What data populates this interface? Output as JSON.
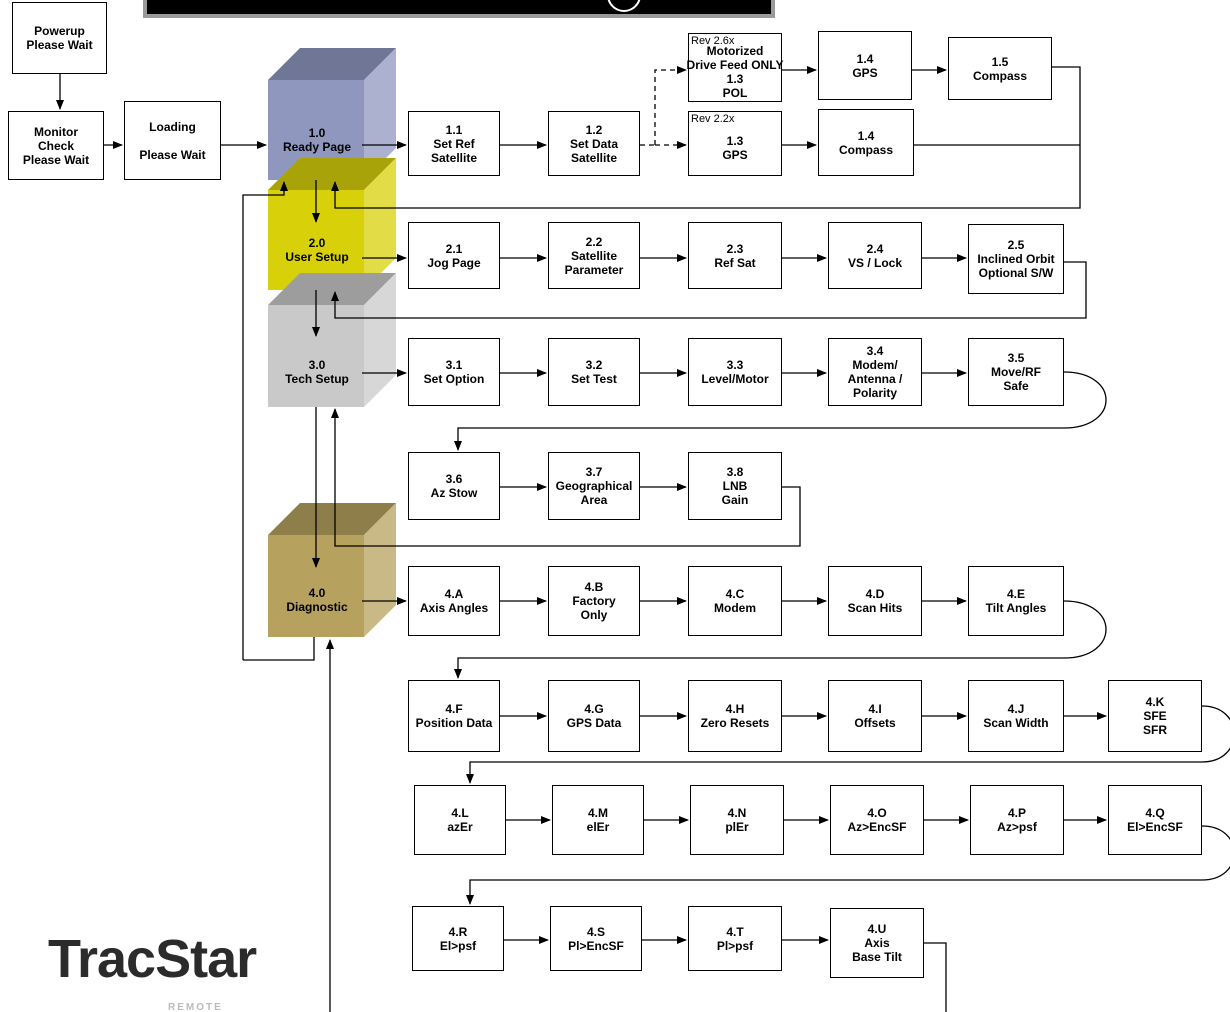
{
  "logo": "TracStar",
  "logo_subtext": "REMOTE",
  "colors": {
    "cube_ready": "#8f97bf",
    "cube_user": "#d8d10a",
    "cube_tech": "#c9c9c9",
    "cube_diag": "#b6a25e"
  },
  "cubes": [
    {
      "id": "1.0",
      "lines": [
        "1.0",
        "Ready Page"
      ]
    },
    {
      "id": "2.0",
      "lines": [
        "2.0",
        "User Setup"
      ]
    },
    {
      "id": "3.0",
      "lines": [
        "3.0",
        "Tech Setup"
      ]
    },
    {
      "id": "4.0",
      "lines": [
        "4.0",
        "Diagnostic"
      ]
    }
  ],
  "boxes": [
    {
      "id": "powerup",
      "lines": [
        "Powerup",
        "Please Wait"
      ]
    },
    {
      "id": "monitor",
      "lines": [
        "Monitor",
        "Check",
        "Please Wait"
      ]
    },
    {
      "id": "loading",
      "lines": [
        "Loading",
        "",
        "Please Wait"
      ]
    },
    {
      "id": "1.1",
      "lines": [
        "1.1",
        "Set Ref",
        "Satellite"
      ]
    },
    {
      "id": "1.2",
      "lines": [
        "1.2",
        "Set Data",
        "Satellite"
      ]
    },
    {
      "id": "1.3a",
      "rev": "Rev 2.6x",
      "lines": [
        "Motorized",
        "Drive Feed ONLY",
        "1.3",
        "POL"
      ]
    },
    {
      "id": "1.4a",
      "lines": [
        "1.4",
        "GPS"
      ]
    },
    {
      "id": "1.5",
      "lines": [
        "1.5",
        "Compass"
      ]
    },
    {
      "id": "1.3b",
      "rev": "Rev 2.2x",
      "lines": [
        "1.3",
        "GPS"
      ]
    },
    {
      "id": "1.4b",
      "lines": [
        "1.4",
        "Compass"
      ]
    },
    {
      "id": "2.1",
      "lines": [
        "2.1",
        "Jog Page"
      ]
    },
    {
      "id": "2.2",
      "lines": [
        "2.2",
        "Satellite",
        "Parameter"
      ]
    },
    {
      "id": "2.3",
      "lines": [
        "2.3",
        "Ref Sat"
      ]
    },
    {
      "id": "2.4",
      "lines": [
        "2.4",
        "VS / Lock"
      ]
    },
    {
      "id": "2.5",
      "lines": [
        "2.5",
        "Inclined Orbit",
        "Optional S/W"
      ]
    },
    {
      "id": "3.1",
      "lines": [
        "3.1",
        "Set Option"
      ]
    },
    {
      "id": "3.2",
      "lines": [
        "3.2",
        "Set Test"
      ]
    },
    {
      "id": "3.3",
      "lines": [
        "3.3",
        "Level/Motor"
      ]
    },
    {
      "id": "3.4",
      "lines": [
        "3.4",
        "Modem/",
        "Antenna /",
        "Polarity"
      ]
    },
    {
      "id": "3.5",
      "lines": [
        "3.5",
        "Move/RF",
        "Safe"
      ]
    },
    {
      "id": "3.6",
      "lines": [
        "3.6",
        "Az Stow"
      ]
    },
    {
      "id": "3.7",
      "lines": [
        "3.7",
        "Geographical",
        "Area"
      ]
    },
    {
      "id": "3.8",
      "lines": [
        "3.8",
        "LNB",
        "Gain"
      ]
    },
    {
      "id": "4.A",
      "lines": [
        "4.A",
        "Axis Angles"
      ]
    },
    {
      "id": "4.B",
      "lines": [
        "4.B",
        "Factory",
        "Only"
      ]
    },
    {
      "id": "4.C",
      "lines": [
        "4.C",
        "Modem"
      ]
    },
    {
      "id": "4.D",
      "lines": [
        "4.D",
        "Scan Hits"
      ]
    },
    {
      "id": "4.E",
      "lines": [
        "4.E",
        "Tilt Angles"
      ]
    },
    {
      "id": "4.F",
      "lines": [
        "4.F",
        "Position Data"
      ]
    },
    {
      "id": "4.G",
      "lines": [
        "4.G",
        "GPS Data"
      ]
    },
    {
      "id": "4.H",
      "lines": [
        "4.H",
        "Zero Resets"
      ]
    },
    {
      "id": "4.I",
      "lines": [
        "4.I",
        "Offsets"
      ]
    },
    {
      "id": "4.J",
      "lines": [
        "4.J",
        "Scan Width"
      ]
    },
    {
      "id": "4.K",
      "lines": [
        "4.K",
        "SFE",
        "SFR"
      ]
    },
    {
      "id": "4.L",
      "lines": [
        "4.L",
        "azEr"
      ]
    },
    {
      "id": "4.M",
      "lines": [
        "4.M",
        "elEr"
      ]
    },
    {
      "id": "4.N",
      "lines": [
        "4.N",
        "plEr"
      ]
    },
    {
      "id": "4.O",
      "lines": [
        "4.O",
        "Az>EncSF"
      ]
    },
    {
      "id": "4.P",
      "lines": [
        "4.P",
        "Az>psf"
      ]
    },
    {
      "id": "4.Q",
      "lines": [
        "4.Q",
        "El>EncSF"
      ]
    },
    {
      "id": "4.R",
      "lines": [
        "4.R",
        "El>psf"
      ]
    },
    {
      "id": "4.S",
      "lines": [
        "4.S",
        "Pl>EncSF"
      ]
    },
    {
      "id": "4.T",
      "lines": [
        "4.T",
        "Pl>psf"
      ]
    },
    {
      "id": "4.U",
      "lines": [
        "4.U",
        "Axis",
        "Base Tilt"
      ]
    }
  ]
}
